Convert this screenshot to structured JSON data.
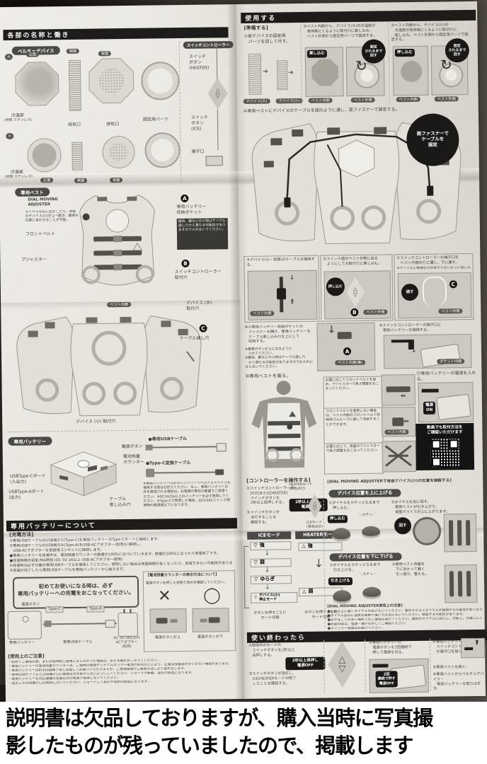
{
  "icons": {
    "ice": "▽",
    "heat": "△",
    "down": "↓",
    "right": "➜",
    "left_arrow": "⬅",
    "up": "⬆",
    "rotate": "↻",
    "ng": "✕",
    "ok": "◯",
    "plug": "▮"
  },
  "caption": {
    "text": "説明書は欠品しておりますが、購入当時に写真撮\n影したものが残っていましたので、掲載します"
  },
  "left": {
    "names_header": "各部の名称と働き",
    "peltier": {
      "pill": "ペルチェデバイス",
      "badge_large": "大",
      "badge_small": "小",
      "view_front": "正面",
      "view_side": "側面",
      "view_back": "背面",
      "label_cool_part": "冷温部",
      "label_cool_part_sub": "(材質:ステンレス)",
      "label_intake": "吸気口",
      "label_exhaust": "排気口",
      "label_fixing": "固定用パーツ",
      "label_cool_plate": "冷温板",
      "label_cool_plate_sub": "(材質:ステンレス)"
    },
    "controller": {
      "pill": "スイッチコントローラー",
      "btn_heater": "スイッチ\nボタン\n(HEATER)",
      "btn_ice": "スイッチ\nボタン\n(ICE)",
      "terminal": "端子口"
    },
    "vest": {
      "pill": "専用ベスト",
      "dial_title": "DIAL MOVING\nADJUSTER",
      "dial_note": "ダイヤルを右に回すことで、背面のデバイス(小)が上へ動き、最適な位置に合わせることが可能。",
      "front_belt": "フロントベルト",
      "adjuster": "アジャスター",
      "mark_a": "A",
      "mark_b": "B",
      "mark_c": "C",
      "a_label": "専用バッテリー\n収納ポケット",
      "a_note": "鍵袋、鍵などの小物はケーブル通し穴から落ちる可能性がありますので入れないでください。",
      "b_label": "スイッチコントローラー\n取付穴",
      "inside_badge": "ベスト内側",
      "large_hole": "デバイス (大)\n取付穴",
      "c_label": "ケーブル通し穴",
      "small_hole": "デバイス (小) 取付穴"
    },
    "battery": {
      "pill": "専用バッテリー",
      "power_btn": "電源ボタン",
      "counter": "電池残量\nカウンター",
      "usbc": "USBType-Cポート\n(入出力)",
      "usba": "USBType-Aポート\n(出力)",
      "cable_hole": "ケーブル\n差し込み穴",
      "usb_cable": "●専用USBケーブル",
      "typec_cable": "●Type-C変換ケーブル",
      "note": "※専用バッテリー以外のバッテリーでペルチェデバイスを使用する際はお控えください。もし、専用バッテリー以外を使用される場合は、お客様の責任の範囲でご使用ください。※DC5V/2A以上のバッテリーを必ず使用してください。※Type-Cで使用した場合、出力はACジャック使用時の推奨値以下になります。"
    },
    "about": {
      "header": "専用バッテリーについて",
      "charge_title": "[充電方法]",
      "lines": [
        "①専用USBケーブルのUSB端子①(Type-C)を専用バッテリーのType-Cポートに接続します。",
        "②専用USBケーブルのUSB端子②(Type-A)をUSB-ACアダプター(別売)に接続し、",
        "　USB-ACアダプターを家庭用コンセントに接続します。",
        "●専用バッテリーを充電中は、電池残量カウンターの数値が100%に近づいていきます。数値が100%になったら充電完了です。",
        "●充電時間の目安:約4時間 (DC 5V 2A以上 USB-ACアダプター使用)",
        "※充電時は必ず付属の専用USBケーブルを使用してください。使用しない場合は充電時間が長くなったり、充電できない可能性があります。",
        "③充電が完了したら専用USBケーブルを専用バッテリーから抜きます。"
      ],
      "first_use": "初めてお使いになる時は、必ず\n専用バッテリーへの充電をおこなってください。",
      "counter_title": "【電池残量カウンターの表示方法について】",
      "counter_note": "電源ボタンを押した状態で表示を確認してください。",
      "btn_up": "電源ボタンが上",
      "btn_down": "電源ボタンが下",
      "diag_power": "電源ボタン",
      "diag_typec": "Type-C",
      "diag_typea": "Type-A",
      "diag_battery": "専用バッテリー",
      "diag_cable": "専用USBケーブル",
      "diag_adapter": "DC 5V 2A以上の\nACアダプター\n(別売)",
      "caution_title": "[使用上のご注意]",
      "cautions": [
        "・初めてご使用の際、または長時間ご使用にならなかった場合は、必ず充電をおこなってください。",
        "・専用バッテリーの電池残量カウンターは、ご使用の環境やリチウムポリマー電池の劣化などにより、正確な残量表示ができない場合があります。",
        "・専用バッテリーは約300回繰り返し充電してお使いいただけますが、ご使用環境やご使用方法により差が生じます。",
        "・専用USBケーブルとUSB端子口に無理な力が掛からないようにしてください。ショートや断線、変形の原因になります。",
        "・専用バッテリーを対応機種の充電以外の用途で使用しないでください。",
        "・変形したUSB端子口は使用しないでください。ショートして発火や発熱の原因になります。"
      ]
    }
  },
  "right": {
    "use_header": "使用する",
    "prep": {
      "title": "[準備する]",
      "s1": "①各デバイスの固定用\n　パーツを回して外す。",
      "dev_l": "デバイス(大)",
      "dev_s": "デバイス(小)",
      "s2": "②ベスト内側から、デバイス(大)の冷温部が\n　身体側にくるように取付穴に差し込み、\n　ベスト外側から固定用パーツで固定する。",
      "s3": "③ベスト内側から、デバイス(小)の\n　冷温部が身体側にくるように取付穴に\n　差し込み、ベスト外側から固定用パーツで固定する。",
      "insert_badge": "差し込む",
      "push_badge": "押し込む",
      "rotate_badge": "固定\nされるまで\n回す",
      "inside": "ベスト内側",
      "outside": "ベスト外側",
      "s4": "④専用ベストにデバイスのケーブルを図のように通し、面ファスナーで固定する。",
      "bubble": "面ファスナーで\nケーブルを\n固定"
    },
    "steps": {
      "s5": "⑤デバイス(小・前側)のケーブルを接続する。",
      "s5_badge": "ベスト内側",
      "s6": "⑥スイッチ面がベスト外側に出る\n　ようにしてⒷ取付穴に差し込む。",
      "s6_push": "押し込む",
      "s6_badge": "ベスト外側",
      "s6_mark": "B",
      "s7": "⑦スイッチコントローラーの端子口を\n　ベスト内側のⒸに通し、下に通す。",
      "s7_note": "※ケーブルに無理な力が掛からないように差し込んでください。",
      "s7_pass": "通す",
      "s7_mark": "C",
      "s7_badge": "ベスト内側",
      "s8": "⑧Ⓐ専用バッテリー収納ポケットの\n　ファスナーを開け、専用バッテリーを\n　ケーブル差し込み穴を上にして\n　収納する。",
      "s8_note": "※電源ボタンが上になるように\n　入れてください。\n※鍵袋、鍵などの小物はケーブル通し穴\n　から落ちる可能性がありますのでお入れにならないでください。",
      "s8_mark": "A",
      "s8_badge": "ベスト内側(裏)",
      "s9": "⑨スイッチコントローラーの端子口と\n　専用バッテリーを接続する。",
      "s9_badge": "ポケット内側"
    },
    "wear": {
      "s10": "⑩専用ベストを着る。",
      "note1": "必要に応じてフロントベルトを留め、アジャスターで長さ調整をおこなってください。",
      "note2": "フロントベルトを使用しない場合は、ベスト内側のフロントベルト収納用ゴムループに通して収納することができます。",
      "inside_badge": "ベスト内側",
      "note3": "必要に応じて、背面のアジャスターで長さ調整をおこなってください。",
      "s11": "⑪専用バッテリーの電源を入れる。",
      "on_badge": "電源\nON",
      "qr_text": "動画でも取付方法を\nご確認いただけます"
    },
    "ctrl": {
      "title": "[コントローラーを操作する]",
      "s1": "①スイッチコントローラーの\n　[ICE]または[HEATER]\n　スイッチボタンを\n　2秒以上長押しする。",
      "hold_badge": "2秒以上長押し\n電源ON",
      "heater_note": "HEATERモード\n(赤色点灯)",
      "ice_note": "ICEモード\n(青色点灯)",
      "s2": "②スイッチボタンが\n　点灯することを\n　確認する。",
      "ice_header": "ICEモード",
      "heater_header": "HEATERモード",
      "ice_levels": [
        "強",
        "弱",
        "ゆらぎ",
        "デバイス(小)\n停止モード"
      ],
      "heater_levels": [
        "強",
        "弱"
      ],
      "foot": "ボタンを押すごとに\nモード切替"
    },
    "dial": {
      "title": "[DIAL MOVING ADJUSTERで背面デバイス(小)の位置を調整する]",
      "up_header": "デバイス位置を上に上げる",
      "up1": "①ダイヤルをカチッとなるまで\n　押し込む。",
      "push_badge": "押し込む",
      "click": "＼カチッ／",
      "up2": "②ダイヤルを右に回す。\n　専用ベストが引き上がり、\n　背面デバイスが上に上がります。",
      "turn_badge": "回す",
      "down_header": "デバイス位置を下に下げる",
      "down1": "①ダイヤルをカチッとなるまで\n　引き上げる。",
      "pull_badge": "引き上げる",
      "down2": "②専用ベスト背面を\n　下に向かって軽く\n　引っ張り、整える。",
      "caution_title": "[DIAL MOVING ADJUSTER使用上の注意]",
      "cautions": [
        "●必要以上に強くダイヤルを回さないでください。緩めすぎるとダイヤルが破損する可能性があります。",
        "●ダイヤル部分に過度な衝撃や強い力を加えないでください。破損する可能性があります。",
        "●砂やほこりの多い場所でのご使用は避けてください。異物がダイヤルに混入し、空転し、作業しにくくなる場合があります。",
        "●洗濯の際は、電源・端子を外してご確認ください。",
        "●タンブラー乾燥はお避けください。"
      ]
    },
    "finish": {
      "header": "使い終わったら",
      "s1": "①使用中のモードの\n　スイッチボタンを2秒以上\n　長押しする。",
      "off1": "2秒以上長押し\n電源OFF",
      "s2": "②スイッチボタンが消灯し、\n　ICE/HEATERモードが終了\n　したことを確認する。",
      "s3": "③専用バッテリーの\n　電源ボタンを2回連続で\n　押して電源を切る。",
      "off2": "2回\n連続で押す\n電源OFF",
      "s4": "④専用バッテリーから\n　スイッチコントローラー\n　の端子口を抜く。",
      "s5": "⑤専用ベストを脱ぐ。",
      "s6": "⑥専用ベストからペルチェデバイス・\n　専用バッテリーを取りはずす。"
    }
  }
}
